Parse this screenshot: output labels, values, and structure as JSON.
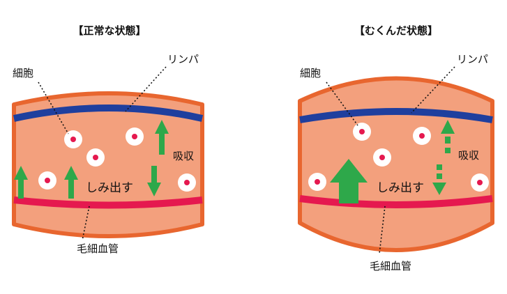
{
  "normal": {
    "title": "【正常な状態】",
    "cell_label": "細胞",
    "lymph_label": "リンパ",
    "absorb_label": "吸収",
    "exude_label": "しみ出す",
    "capillary_label": "毛細血管"
  },
  "swollen": {
    "title": "【むくんだ状態】",
    "cell_label": "細胞",
    "lymph_label": "リンパ",
    "absorb_label": "吸収",
    "exude_label": "しみ出す",
    "capillary_label": "毛細血管"
  },
  "colors": {
    "tissue": "#f3a07d",
    "tissue_border": "#e8662f",
    "lymph_vessel": "#1f3f9e",
    "capillary": "#e5194f",
    "arrow": "#2ea84a",
    "cell_fill": "#ffffff",
    "cell_nucleus": "#e5194f"
  }
}
